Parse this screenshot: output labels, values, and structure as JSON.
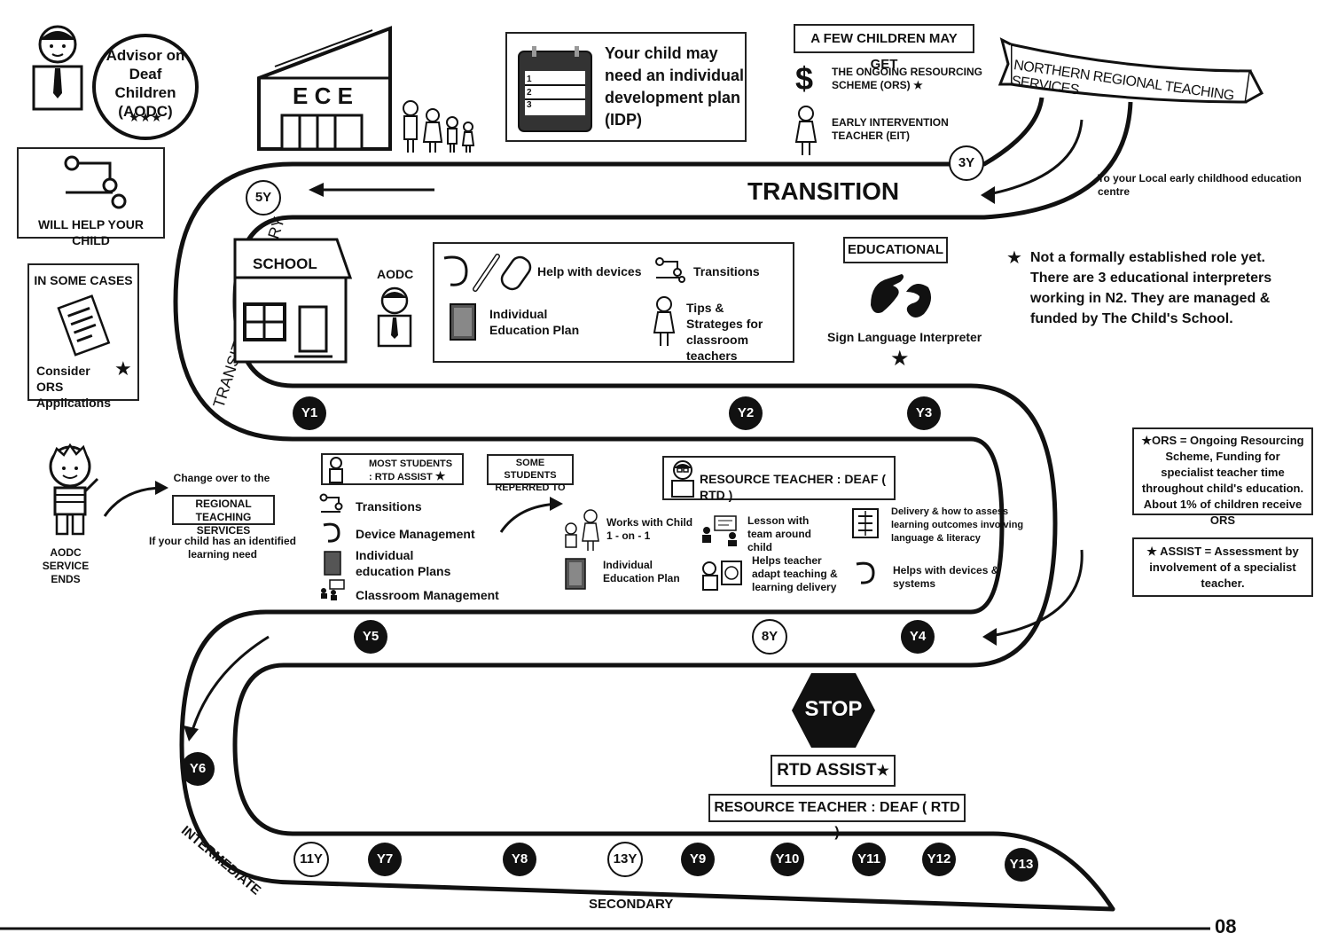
{
  "aodc": {
    "title": "Advisor on Deaf Children (AODC)",
    "stars": "★★★"
  },
  "will_help": {
    "label": "WILL HELP YOUR CHILD"
  },
  "some_cases": {
    "title": "IN SOME CASES",
    "text": "Consider ORS Applications",
    "star": "★"
  },
  "ece": {
    "label": "E C E"
  },
  "idp": {
    "text": "Your child may need an individual development plan (IDP)",
    "rows": [
      "1",
      "2",
      "3"
    ]
  },
  "few_children": {
    "title": "A FEW CHILDREN MAY GET",
    "ors_symbol": "$",
    "ors": "THE ONGOING RESOURCING SCHEME (ORS)",
    "ors_star": "★",
    "eit": "EARLY INTERVENTION TEACHER (EIT)"
  },
  "banner": {
    "text": "NORTHERN REGIONAL TEACHING SERVICES"
  },
  "to_ece": "To your Local early childhood education centre",
  "transition": "TRANSITION",
  "transition_primary": "TRANSITION TO PRIMARY",
  "school": {
    "label": "SCHOOL",
    "aodc": "AODC"
  },
  "school_help": {
    "devices": "Help with devices",
    "transitions": "Transitions",
    "iep": "Individual Education Plan",
    "tips": "Tips & Strateges for classroom teachers"
  },
  "educational": {
    "title": "EDUCATIONAL",
    "interpreter": "Sign Language Interpreter",
    "star": "★"
  },
  "interpreter_note": {
    "star": "★",
    "text": "Not a formally established role yet. There are 3 educational interpreters working in N2. They are managed & funded by The Child's School."
  },
  "aodc_ends": "AODC SERVICE ENDS",
  "change_over": {
    "text": "Change over to the",
    "box": "REGIONAL TEACHING SERVICES",
    "sub": "If your child has an identified learning need"
  },
  "most_students": {
    "label": "MOST STUDENTS : RTD ASSIST",
    "star": "★",
    "items": [
      "Transitions",
      "Device Management",
      "Individual education Plans",
      "Classroom Management"
    ]
  },
  "some_students": "SOME STUDENTS REPERRED TO",
  "rtd": {
    "title": "RESOURCE TEACHER : DEAF ( RTD )",
    "works": "Works with Child 1 - on - 1",
    "iep": "Individual Education Plan",
    "lesson": "Lesson with team around child",
    "adapt": "Helps teacher adapt teaching & learning delivery",
    "delivery": "Delivery & how to assess learning outcomes involving language & literacy",
    "devices": "Helps with devices & systems"
  },
  "ors_def": {
    "star": "★",
    "text": "ORS = Ongoing Resourcing Scheme, Funding for specialist teacher time throughout child's education. About 1% of children receive ORS"
  },
  "assist_def": {
    "star": "★",
    "text": "ASSIST = Assessment by involvement of a specialist teacher."
  },
  "stop": "STOP",
  "rtd_assist": {
    "text": "RTD ASSIST",
    "star": "★"
  },
  "rtd_box": "RESOURCE TEACHER : DEAF ( RTD )",
  "intermediate": "INTERMEDIATE",
  "secondary": "SECONDARY",
  "page_number": "08",
  "markers": {
    "age_3": "3Y",
    "age_5": "5Y",
    "age_8": "8Y",
    "age_11": "11Y",
    "age_13": "13Y",
    "y1": "Y1",
    "y2": "Y2",
    "y3": "Y3",
    "y4": "Y4",
    "y5": "Y5",
    "y6": "Y6",
    "y7": "Y7",
    "y8": "Y8",
    "y9": "Y9",
    "y10": "Y10",
    "y11": "Y11",
    "y12": "Y12",
    "y13": "Y13"
  }
}
